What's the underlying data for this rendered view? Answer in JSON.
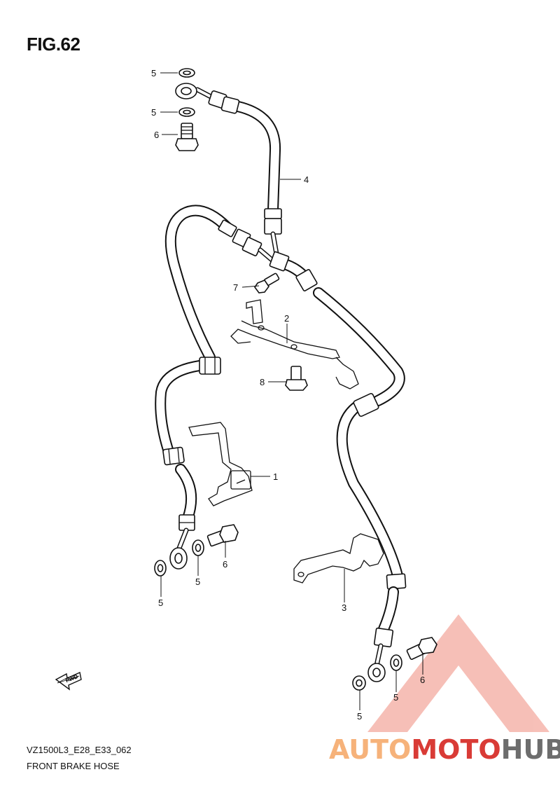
{
  "figure": {
    "title": "FIG.62",
    "model_code": "VZ1500L3_E28_E33_062",
    "caption": "FRONT BRAKE HOSE"
  },
  "callouts": [
    {
      "id": "c1",
      "label": "1"
    },
    {
      "id": "c2",
      "label": "2"
    },
    {
      "id": "c3",
      "label": "3"
    },
    {
      "id": "c4",
      "label": "4"
    },
    {
      "id": "c5a",
      "label": "5"
    },
    {
      "id": "c5b",
      "label": "5"
    },
    {
      "id": "c5c",
      "label": "5"
    },
    {
      "id": "c5d",
      "label": "5"
    },
    {
      "id": "c5e",
      "label": "5"
    },
    {
      "id": "c5f",
      "label": "5"
    },
    {
      "id": "c6a",
      "label": "6"
    },
    {
      "id": "c6b",
      "label": "6"
    },
    {
      "id": "c6c",
      "label": "6"
    },
    {
      "id": "c7",
      "label": "7"
    },
    {
      "id": "c8",
      "label": "8"
    }
  ],
  "fwd_arrow": {
    "label": "FWD"
  },
  "watermark": {
    "part1": "AUTO",
    "part2": "MOTO",
    "part3": "HUB",
    "colors": {
      "part1": "#f6b27a",
      "part2": "#d93b36",
      "part3": "#6d6d6d"
    }
  }
}
